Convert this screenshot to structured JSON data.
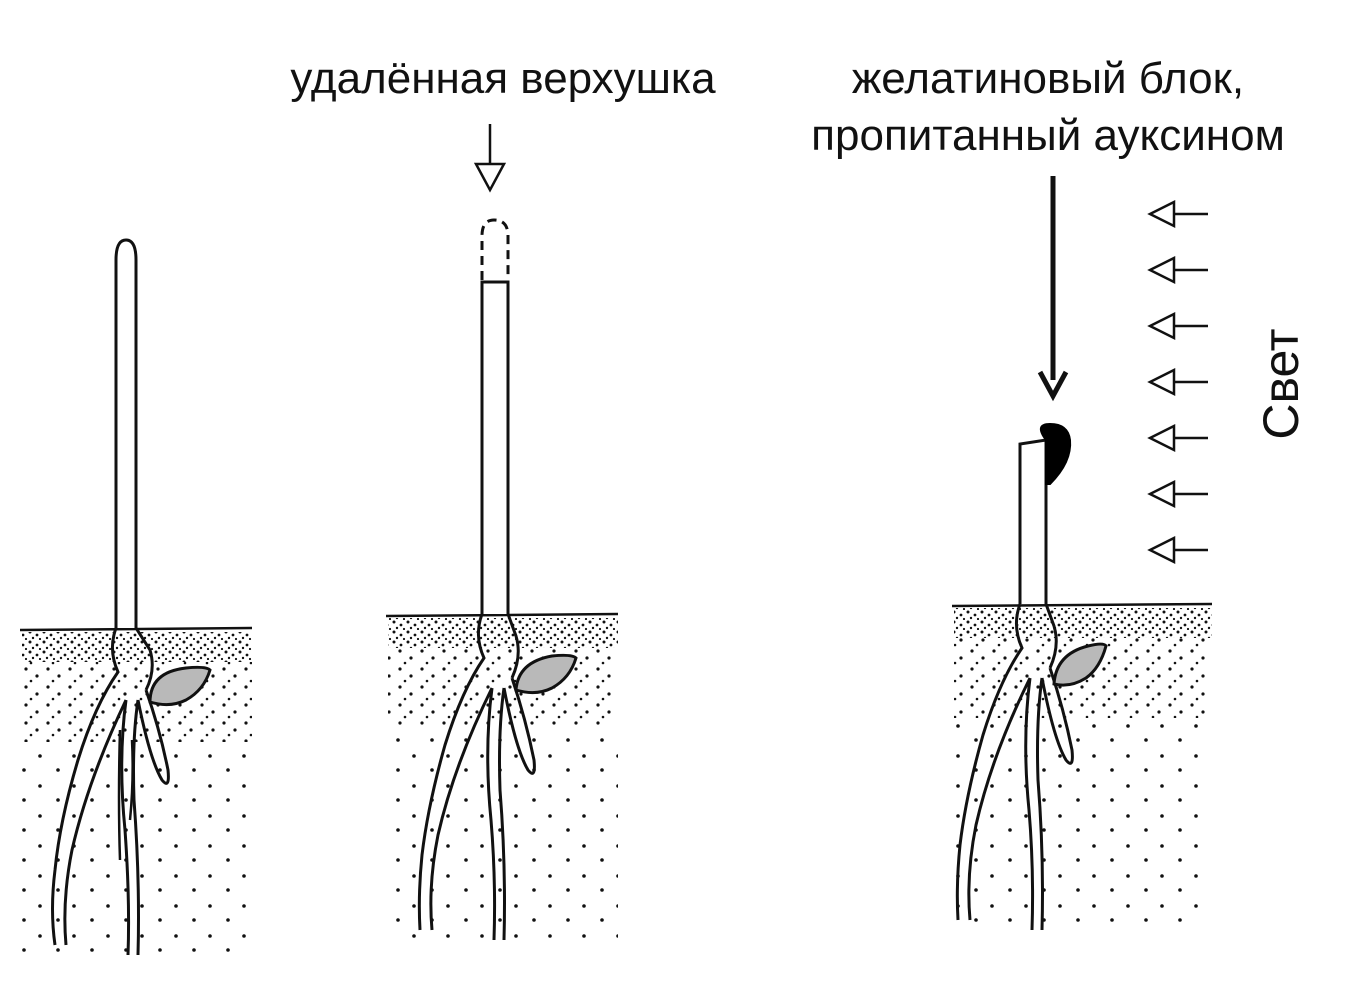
{
  "labels": {
    "removed_tip": "удалённая верхушка",
    "gelatin_line1": "желатиновый блок,",
    "gelatin_line2": "пропитанный ауксином",
    "light": "Свет"
  },
  "colors": {
    "ink": "#111111",
    "leaf": "#b9b9b9",
    "gel_block": "#000000",
    "background": "#ffffff"
  }
}
